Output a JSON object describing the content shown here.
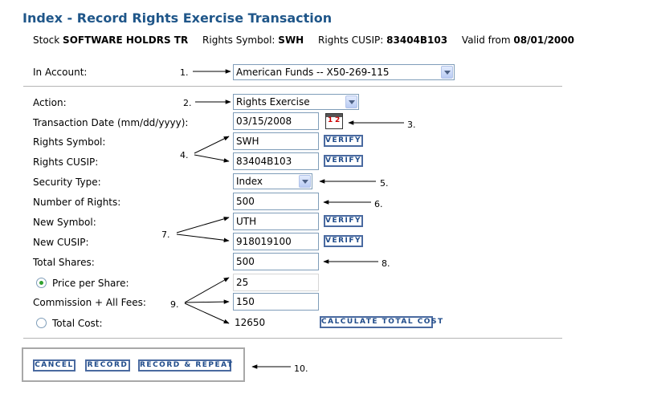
{
  "header": {
    "title": "Index - Record Rights Exercise Transaction",
    "stock_label": "Stock",
    "stock_value": "SOFTWARE HOLDRS TR",
    "rights_symbol_label": "Rights Symbol:",
    "rights_symbol_value": "SWH",
    "rights_cusip_label": "Rights CUSIP:",
    "rights_cusip_value": "83404B103",
    "valid_from_label": "Valid from",
    "valid_from_value": "08/01/2000"
  },
  "form": {
    "account_label": "In Account:",
    "account_value": "American Funds -- X50-269-115",
    "action_label": "Action:",
    "action_value": "Rights Exercise",
    "date_label": "Transaction Date (mm/dd/yyyy):",
    "date_value": "03/15/2008",
    "rights_symbol_label": "Rights Symbol:",
    "rights_symbol_value": "SWH",
    "rights_cusip_label": "Rights CUSIP:",
    "rights_cusip_value": "83404B103",
    "security_type_label": "Security Type:",
    "security_type_value": "Index",
    "num_rights_label": "Number of Rights:",
    "num_rights_value": "500",
    "new_symbol_label": "New Symbol:",
    "new_symbol_value": "UTH",
    "new_cusip_label": "New CUSIP:",
    "new_cusip_value": "918019100",
    "total_shares_label": "Total Shares:",
    "total_shares_value": "500",
    "price_label": "Price per Share:",
    "price_value": "25",
    "commission_label": "Commission + All Fees:",
    "commission_value": "150",
    "total_cost_label": "Total Cost:",
    "total_cost_value": "12650",
    "verify_label": "VERIFY",
    "calculate_label": "CALCULATE TOTAL COST"
  },
  "buttons": {
    "cancel": "CANCEL",
    "record": "RECORD",
    "record_repeat": "RECORD & REPEAT"
  },
  "callouts": {
    "n1": "1.",
    "n2": "2.",
    "n3": "3.",
    "n4": "4.",
    "n5": "5.",
    "n6": "6.",
    "n7": "7.",
    "n8": "8.",
    "n9": "9.",
    "n10": "10."
  },
  "colors": {
    "title": "#1f5689",
    "button_border": "#4a6aa0",
    "radio_selected": "#2fa12f"
  }
}
